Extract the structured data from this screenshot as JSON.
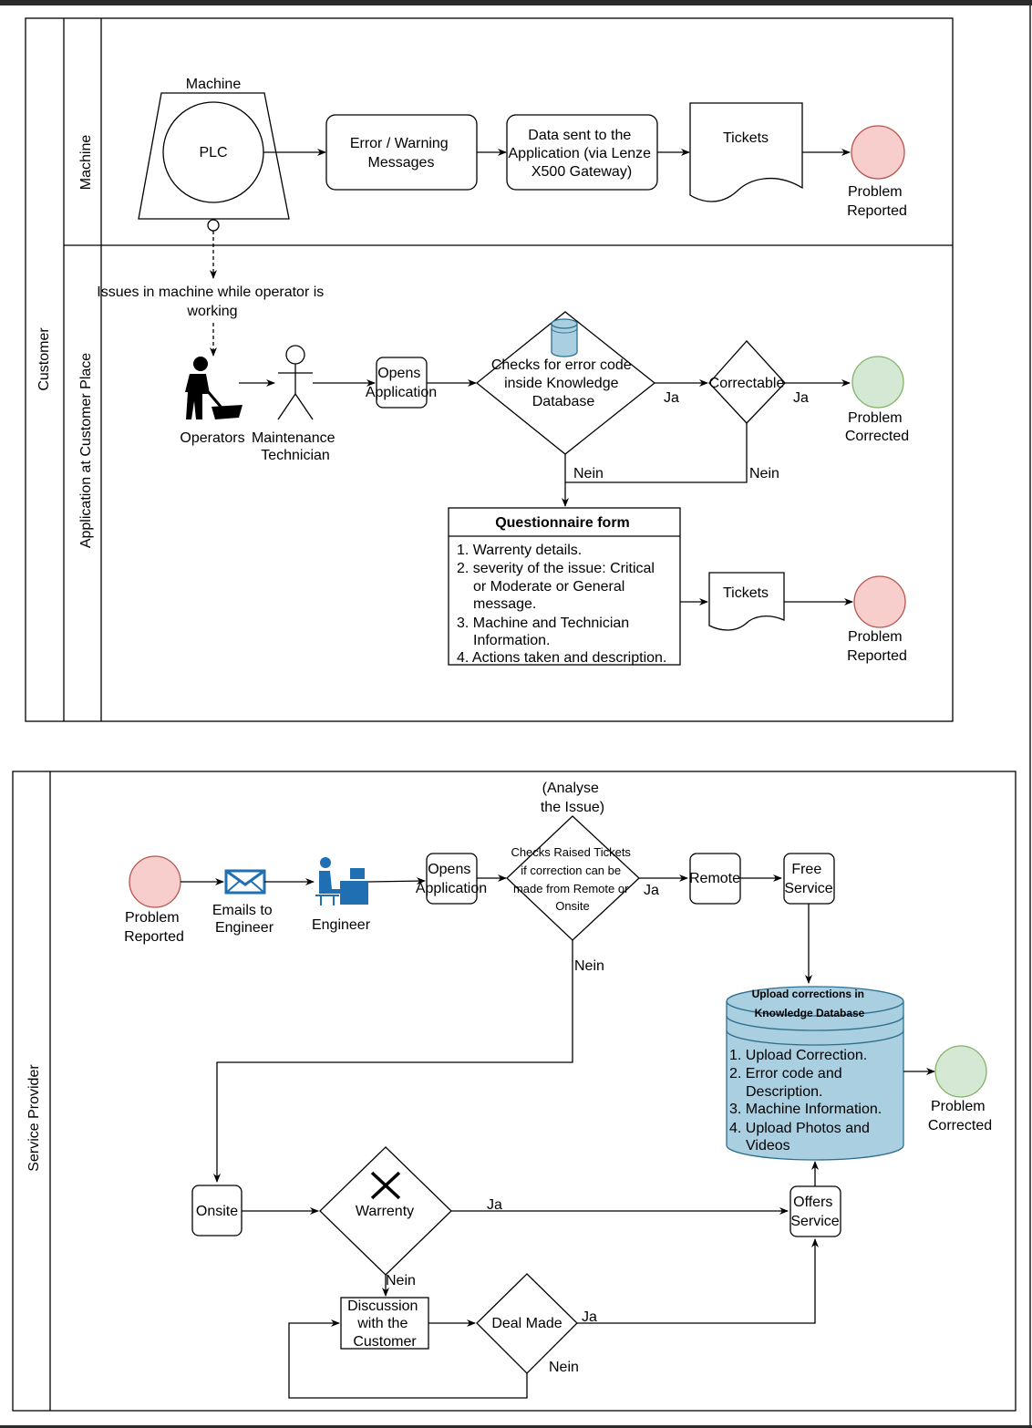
{
  "customer_pool": {
    "label": "Customer",
    "lane_machine": "Machine",
    "lane_application": "Application at Customer Place"
  },
  "machine_lane": {
    "machine_label": "Machine",
    "plc": "PLC",
    "error_messages": [
      "Error / Warning",
      "Messages"
    ],
    "data_sent": [
      "Data sent to the",
      "Application (via Lenze",
      "X500 Gateway)"
    ],
    "tickets": "Tickets",
    "problem_reported": [
      "Problem",
      "Reported"
    ]
  },
  "application_lane": {
    "issues_note": [
      "Issues in machine while operator is",
      "working"
    ],
    "operators": "Operators",
    "maintenance": [
      "Maintenance",
      "Technician"
    ],
    "opens_application": [
      "Opens",
      "Application"
    ],
    "checks_error": [
      "Checks for error code",
      "inside Knowledge",
      "Database"
    ],
    "correctable": "Correctable",
    "ja_1": "Ja",
    "ja_2": "Ja",
    "nein_1": "Nein",
    "nein_2": "Nein",
    "problem_corrected": [
      "Problem",
      "Corrected"
    ],
    "questionnaire": {
      "title": "Questionnaire form",
      "items": [
        "1. Warrenty details.",
        "2. severity of the issue: Critical",
        "or Moderate or General",
        "message.",
        "3. Machine and Technician",
        "Information.",
        "4. Actions taken and description."
      ]
    },
    "tickets": "Tickets",
    "problem_reported": [
      "Problem",
      "Reported"
    ]
  },
  "service_provider": {
    "label": "Service Provider",
    "analyse": [
      "(Analyse",
      "the Issue)"
    ],
    "problem_reported": [
      "Problem",
      "Reported"
    ],
    "emails": [
      "Emails to",
      "Engineer"
    ],
    "engineer": "Engineer",
    "opens_application": [
      "Opens",
      "Application"
    ],
    "checks_tickets": [
      "Checks Raised Tickets",
      "if correction can be",
      "made from Remote or",
      "Onsite"
    ],
    "ja_remote": "Ja",
    "remote": "Remote",
    "free_service": [
      "Free",
      "Service"
    ],
    "nein_onsite": "Nein",
    "upload": {
      "title": [
        "Upload corrections in",
        "Knowledge Database"
      ],
      "items": [
        "1. Upload Correction.",
        "2. Error code and",
        "Description.",
        "3. Machine Information.",
        "4. Upload Photos and",
        "Videos"
      ]
    },
    "problem_corrected": [
      "Problem",
      "Corrected"
    ],
    "onsite": "Onsite",
    "warrenty": "Warrenty",
    "ja_warrenty": "Ja",
    "nein_warrenty": "Nein",
    "offers_service": [
      "Offers",
      "Service"
    ],
    "discussion": [
      "Discussion",
      "with the",
      "Customer"
    ],
    "deal_made": "Deal Made",
    "ja_deal": "Ja",
    "nein_deal": "Nein"
  },
  "colors": {
    "problem_reported": "#f8cecc",
    "problem_reported_stroke": "#b85450",
    "problem_corrected": "#d5e8d4",
    "problem_corrected_stroke": "#82b366",
    "database": "#a9cfe0",
    "database_stroke": "#2e6f8e",
    "icon_blue": "#1f6fb2"
  }
}
